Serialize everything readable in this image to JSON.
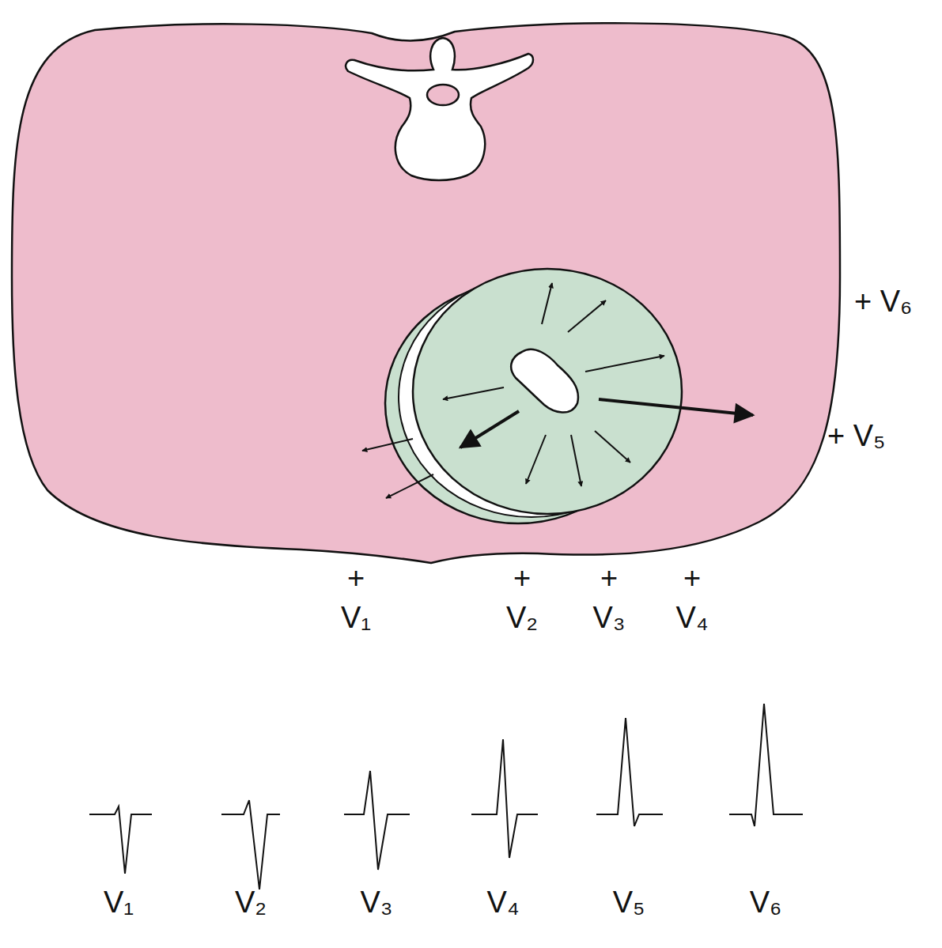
{
  "diagram": {
    "labels": [
      "+ V₆",
      "+ V₅",
      "+",
      "V₁",
      "+",
      "V₂",
      "+",
      "V₃",
      "+",
      "V₄",
      "V₁",
      "V₂",
      "V₃",
      "V₄",
      "V₅",
      "V₆"
    ]
  }
}
